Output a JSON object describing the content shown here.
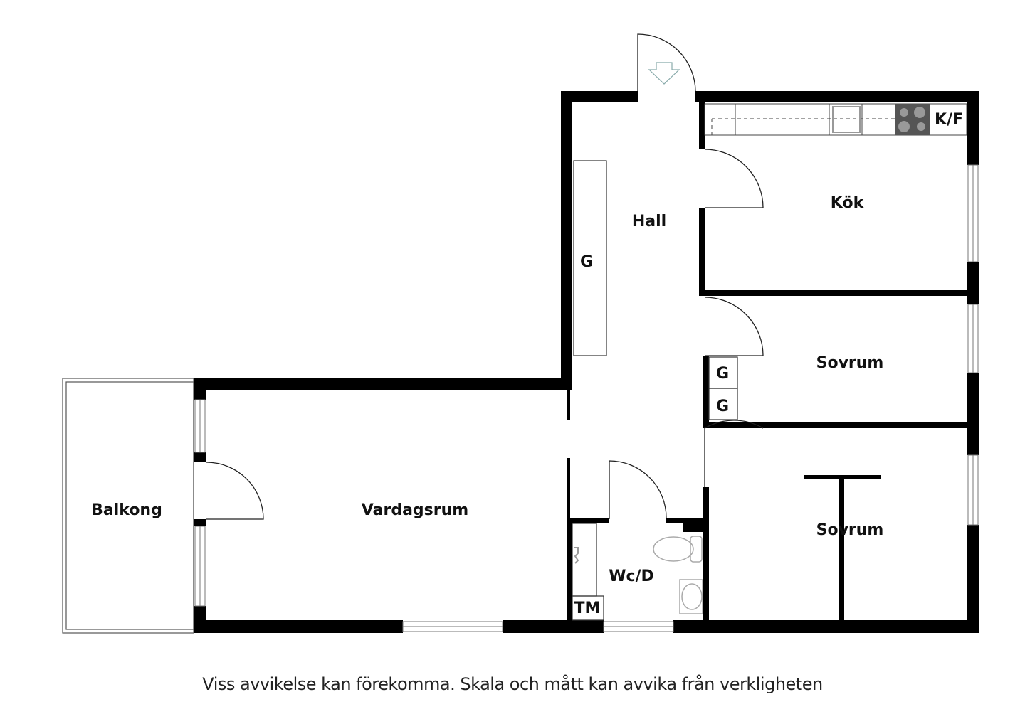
{
  "rooms": {
    "hall": "Hall",
    "kitchen": "Kök",
    "kitchen_fridge": "K/F",
    "closet_hall": "G",
    "closet_bedroom_1": "G",
    "closet_bedroom_2": "G",
    "bedroom_1": "Sovrum",
    "bedroom_2": "Sovrum",
    "living_room": "Vardagsrum",
    "balcony": "Balkong",
    "bathroom": "Wc/D",
    "laundry": "TM"
  },
  "disclaimer": "Viss avvikelse kan förekomma. Skala och mått kan avvika från verkligheten"
}
